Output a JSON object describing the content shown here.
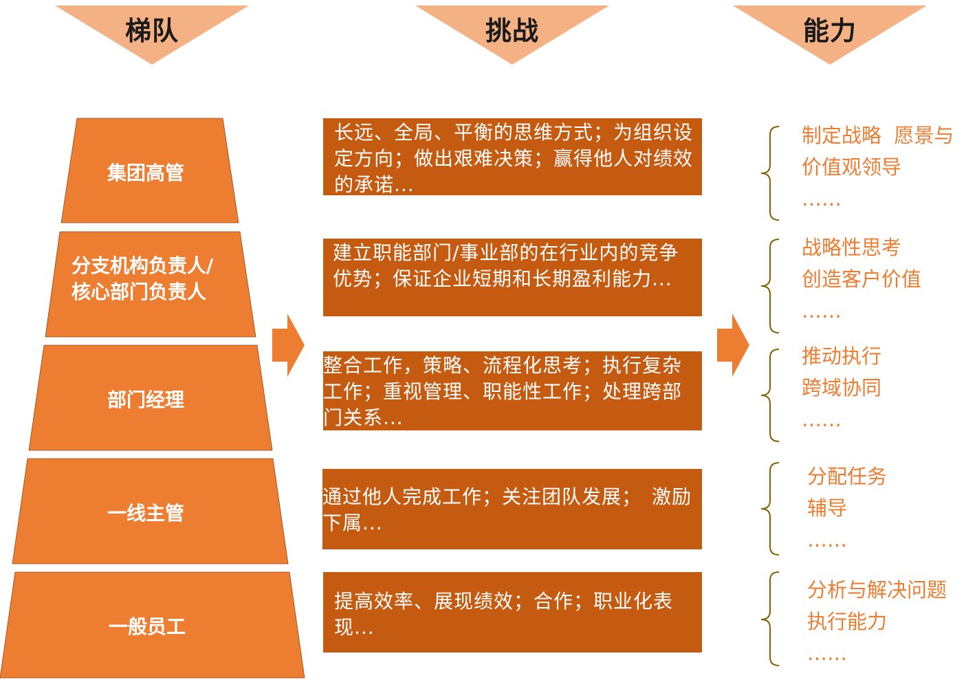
{
  "headers": [
    "梯队",
    "挑战",
    "能力"
  ],
  "levels": [
    {
      "label": "集团高管"
    },
    {
      "label": "分支机构负责人/\n核心部门负责人"
    },
    {
      "label": "部门经理"
    },
    {
      "label": "一线主管"
    },
    {
      "label": "一般员工"
    }
  ],
  "challenges": [
    "长远、全局、平衡的思维方式；为组织设定方向；做出艰难决策；赢得他人对绩效的承诺...",
    "建立职能部门/事业部的在行业内的竞争优势；保证企业短期和长期盈利能力...",
    "整合工作，策略、流程化思考；执行复杂工作；重视管理、职能性工作；处理跨部门关系...",
    "通过他人完成工作；关注团队发展；　激励下属...",
    "提高效率、展现绩效；合作；职业化表现..."
  ],
  "capabilities": [
    {
      "lines": [
        "制定战略  愿景与",
        "价值观领导",
        "……"
      ]
    },
    {
      "lines": [
        "战略性思考",
        "创造客户价值",
        "……"
      ]
    },
    {
      "lines": [
        "推动执行",
        "跨域协同",
        "……"
      ]
    },
    {
      "lines": [
        "分配任务",
        "辅导",
        "……"
      ]
    },
    {
      "lines": [
        "分析与解决问题",
        "执行能力",
        "……"
      ]
    }
  ],
  "colors": {
    "header_triangle": "#f4b183",
    "level": "#ed7d31",
    "challenge": "#c55a11",
    "capability_text": "#ed7d31",
    "bracket": "#7f6000"
  }
}
